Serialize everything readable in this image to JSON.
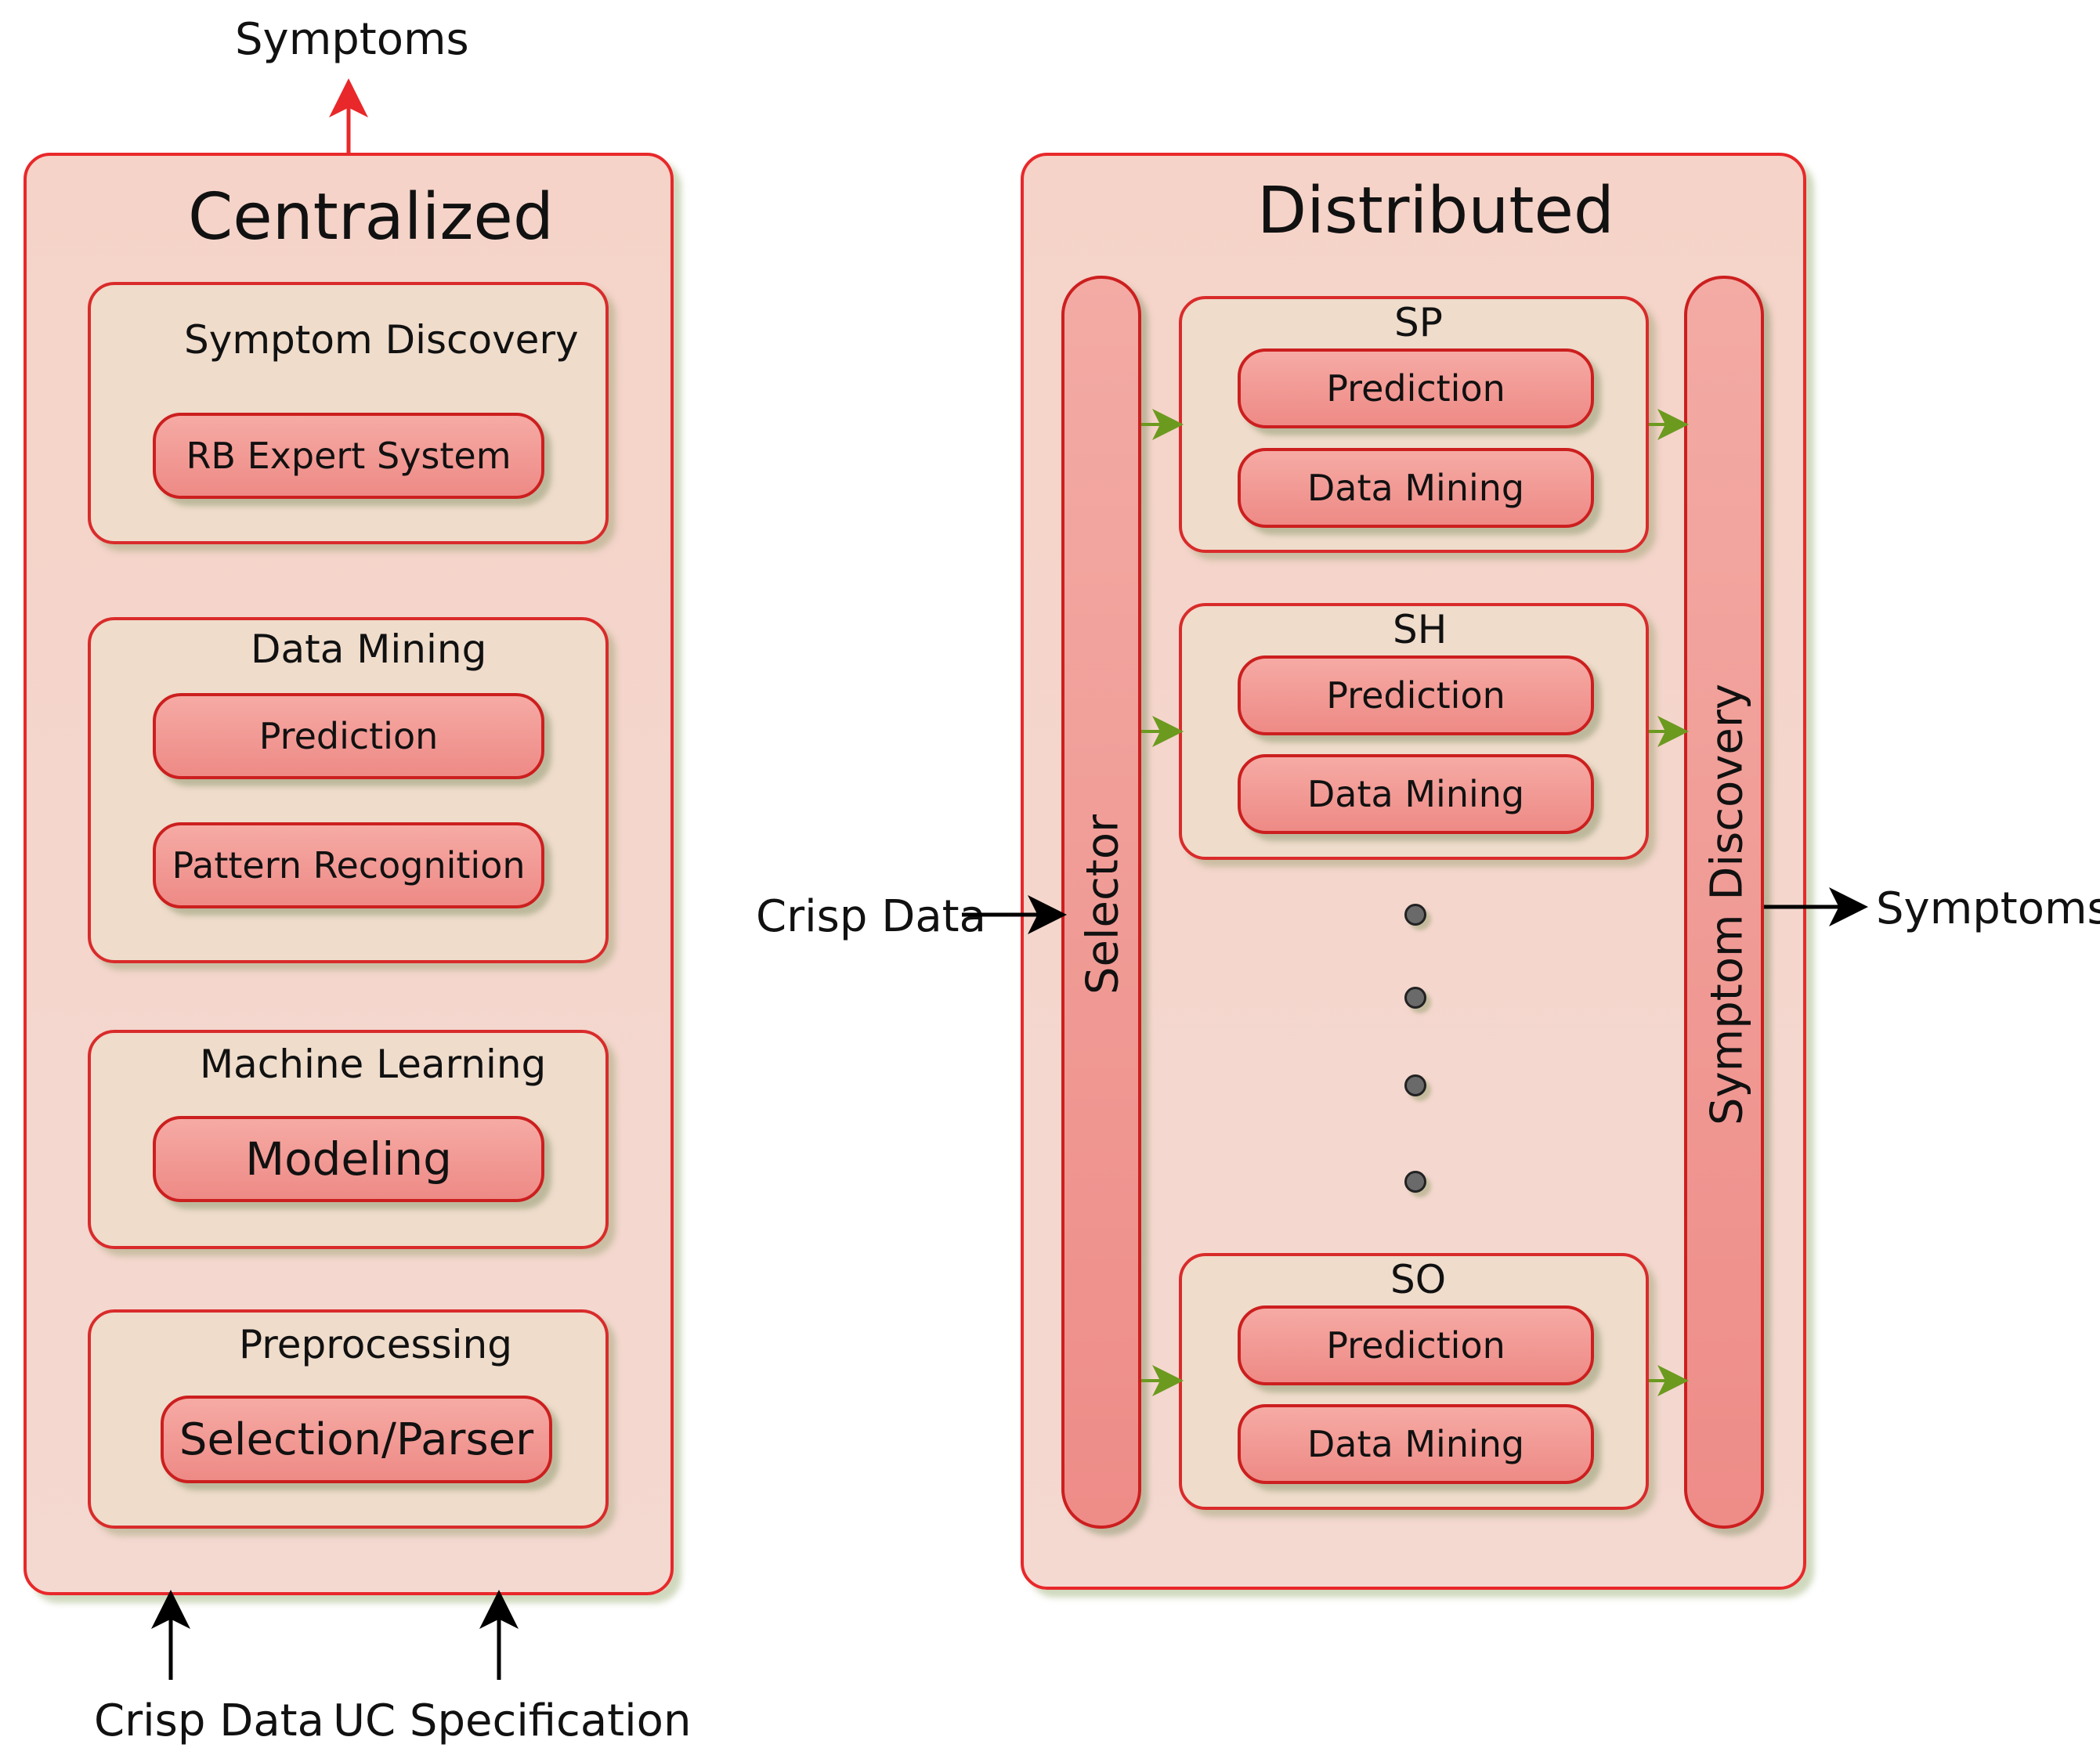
{
  "centralized": {
    "title": "Centralized",
    "output_label": "Symptoms",
    "inputs": [
      "Crisp Data",
      "UC Specification"
    ],
    "groups": [
      {
        "title": "Symptom Discovery",
        "items": [
          "RB Expert System"
        ]
      },
      {
        "title": "Data Mining",
        "items": [
          "Prediction",
          "Pattern Recognition"
        ]
      },
      {
        "title": "Machine Learning",
        "items": [
          "Modeling"
        ]
      },
      {
        "title": "Preprocessing",
        "items": [
          "Selection/Parser"
        ]
      }
    ]
  },
  "distributed": {
    "title": "Distributed",
    "input_label": "Crisp Data",
    "output_label": "Symptoms",
    "selector_label": "Selector",
    "discovery_label": "Symptom Discovery",
    "groups": [
      {
        "title": "SP",
        "items": [
          "Prediction",
          "Data Mining"
        ]
      },
      {
        "title": "SH",
        "items": [
          "Prediction",
          "Data Mining"
        ]
      },
      {
        "title": "SO",
        "items": [
          "Prediction",
          "Data Mining"
        ]
      }
    ]
  },
  "colors": {
    "border": "#e8282a",
    "panel_fill": "#f5d3c8",
    "pill_fill": "#ee8a86",
    "arrow_green": "#6b9a1f",
    "arrow_red": "#e8282a"
  }
}
